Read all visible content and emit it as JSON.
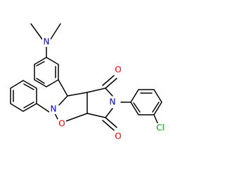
{
  "atoms": {
    "N_dimethylamino": {
      "text": "N",
      "color": "#0000ff"
    },
    "N_imide": {
      "text": "N",
      "color": "#0000ff"
    },
    "N_isoxazolidine": {
      "text": "N",
      "color": "#0000ff"
    },
    "O_ring": {
      "text": "O",
      "color": "#ff0000"
    },
    "O_carbonyl_upper": {
      "text": "O",
      "color": "#ff0000"
    },
    "O_carbonyl_lower": {
      "text": "O",
      "color": "#ff0000"
    },
    "Cl_substituent": {
      "text": "Cl",
      "color": "#00a000"
    }
  }
}
